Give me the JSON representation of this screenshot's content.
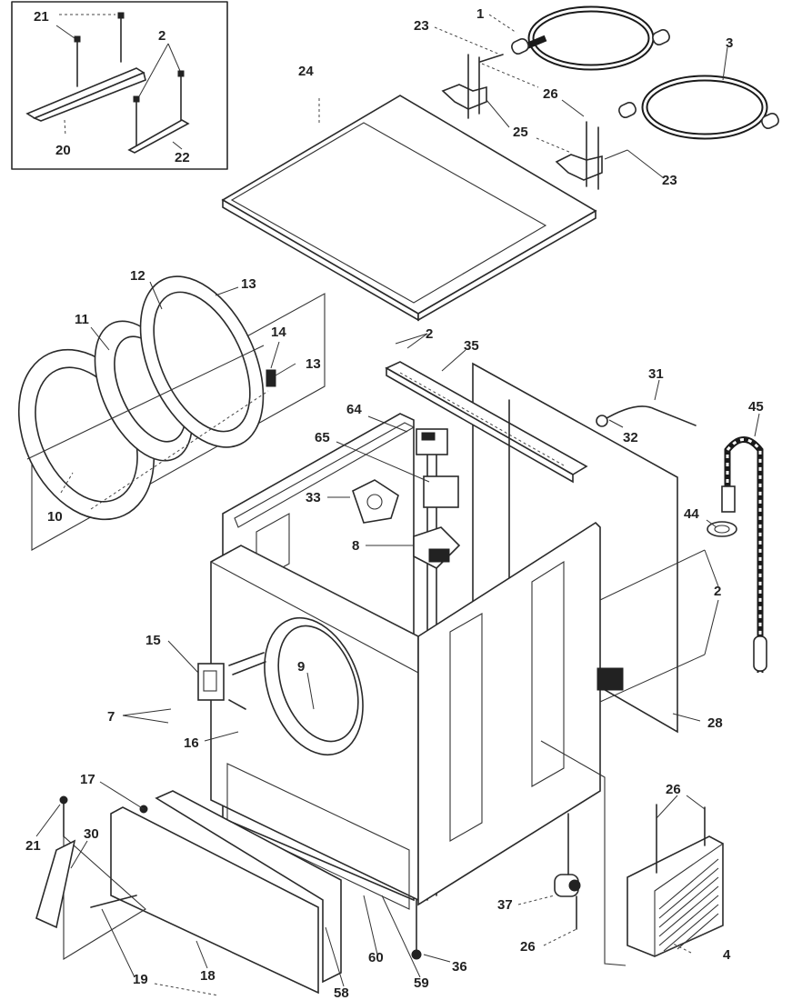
{
  "diagram": {
    "title": "Washer cabinet exploded parts view",
    "inset": {
      "callouts": [
        "21",
        "2",
        "20",
        "22"
      ]
    },
    "callouts": {
      "c1": "1",
      "c3": "3",
      "c23a": "23",
      "c23b": "23",
      "c24": "24",
      "c26a": "26",
      "c25": "25",
      "c12": "12",
      "c13a": "13",
      "c11": "11",
      "c14": "14",
      "c13b": "13",
      "c10": "10",
      "c2a": "2",
      "c35": "35",
      "c31": "31",
      "c45": "45",
      "c64": "64",
      "c65": "65",
      "c32": "32",
      "c33": "33",
      "c44": "44",
      "c8": "8",
      "c2b": "2",
      "c15": "15",
      "c9": "9",
      "c7": "7",
      "c28": "28",
      "c16": "16",
      "c17": "17",
      "c26b": "26",
      "c21": "21",
      "c30": "30",
      "c37": "37",
      "c26c": "26",
      "c19": "19",
      "c18": "18",
      "c60": "60",
      "c59": "59",
      "c36": "36",
      "c58": "58",
      "c4": "4"
    }
  }
}
